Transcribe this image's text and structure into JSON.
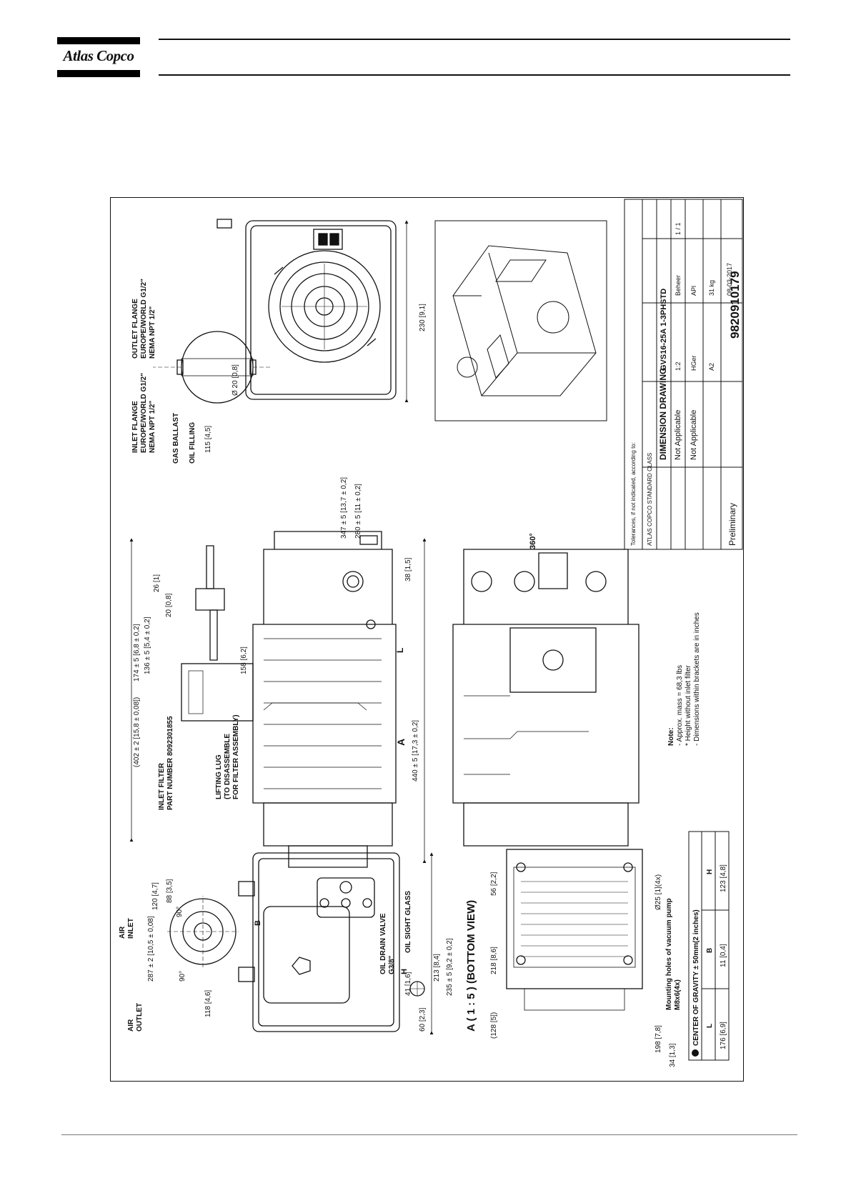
{
  "header": {
    "logo_text": "Atlas Copco"
  },
  "drawing": {
    "drawing_number": "9820910179",
    "title_block": {
      "type": "DIMENSION DRAWING",
      "model": "GVS16-25A 1-3PHSTD",
      "material": "Not Applicable",
      "treatment": "Not Applicable",
      "status": "Preliminary",
      "tolerance_note": "Tolerances, if not indicated, according to:",
      "standard": "ATLAS COPCO STANDARD CLASS",
      "scale": "1:2",
      "date": "08-03-2017",
      "sheet": "1 / 1",
      "format": "A2",
      "mass": "31 kg",
      "approval": "APl",
      "drawn_by": "HGer",
      "project": "Beheer"
    },
    "labels": {
      "outlet_flange": [
        "OUTLET FLANGE",
        "EUROPE/WORLD G1/2\"",
        "NEMA NPT 1/2\""
      ],
      "inlet_flange": [
        "INLET FLANGE",
        "EUROPE/WORLD G1/2\"",
        "NEMA NPT 1/2\""
      ],
      "gas_ballast": "GAS BALLAST",
      "oil_filling": "OIL FILLING",
      "inlet_filter": [
        "INLET FILTER",
        "PART NUMBER 8092301855"
      ],
      "lifting_lug": [
        "LIFTING LUG",
        "(TO DISASSEMBLE",
        "FOR FILTER ASSEMBLY)"
      ],
      "air_inlet": [
        "AIR",
        "INLET"
      ],
      "air_outlet": [
        "AIR",
        "OUTLET"
      ],
      "oil_drain_valve": [
        "OIL DRAIN VALVE",
        "G3/8\""
      ],
      "oil_sight_glass": "OIL SIGHT GLASS",
      "bottom_view": "A ( 1 : 5 ) (BOTTOM VIEW)",
      "mounting_holes": [
        "Mounting holes of vacuum pump",
        "M8x6(4x)"
      ],
      "rotation": "360°",
      "view_arrow": "A"
    },
    "dimensions": {
      "d_outlet": "Ø 20 [0,8]",
      "d_115": "115 [4,5]",
      "d_230": "230 [9,1]",
      "d_347": "347 ± 5 [13,7 ± 0,2]",
      "d_280": "280 ± 5 [11 ± 0,2]",
      "d_26": "26 [1]",
      "d_20": "20 [0,8]",
      "d_38": "38 [1,5]",
      "d_174": "174 ± 5 [6,8 ± 0,2]",
      "d_136": "136 ± 5 [5,4 ± 0,2]",
      "d_158": "158 [6,2]",
      "d_402": "(402 ± 2 [15,8 ± 0,08])",
      "d_440": "440 ± 5 [17,3 ± 0,2]",
      "d_L": "L",
      "d_287": "287 ± 2 [10,5 ± 0,08]",
      "d_120": "120 [4,7]",
      "d_88": "88 [3,5]",
      "d_90a": "90°",
      "d_90b": "90°",
      "d_118": "118 [4,6]",
      "d_41": "41 [1,6]",
      "d_60": "60 [2,3]",
      "d_213": "213 [8,4]",
      "d_H": "H",
      "d_B": "B",
      "d_235": "235 ± 5 [9,2 ± 0,2]",
      "d_56": "56 [2,2]",
      "d_218": "218 [8,6]",
      "d_128": "(128 [5])",
      "d_198": "198 [7,8]",
      "d_34": "34 [1,3]",
      "d_25": "Ø25 [1](4x)"
    },
    "notes": [
      "Note:",
      "- Approx. mass = 68,3 lbs",
      "* Height without inlet filter",
      "- Dimensions within brackets are in inches"
    ],
    "cog_table": {
      "title": "CENTER OF GRAVITY ± 50mm(2 inches)",
      "headers": [
        "L",
        "B",
        "H"
      ],
      "values": [
        "176 [6,9]",
        "11 [0,4]",
        "123 [4,8]"
      ]
    }
  }
}
